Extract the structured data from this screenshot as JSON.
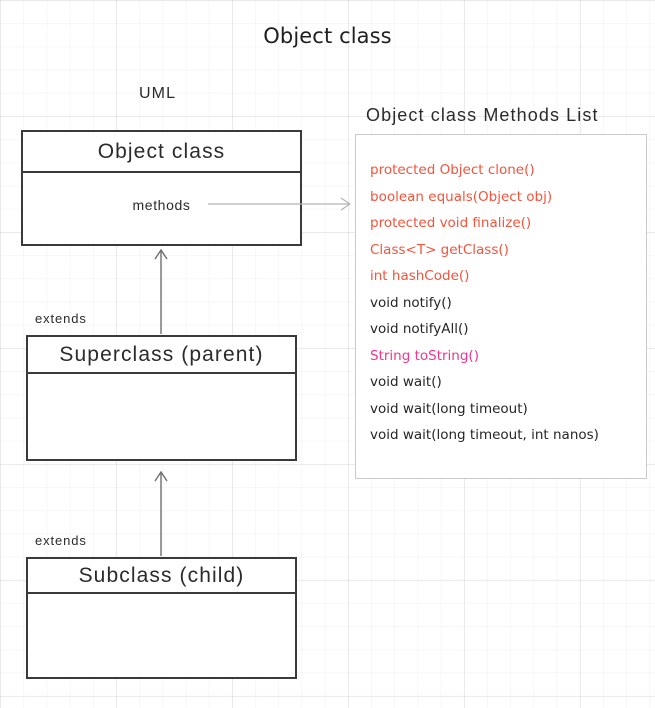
{
  "page": {
    "title": "Object class",
    "background": "#ffffff",
    "grid": true
  },
  "uml_section": {
    "label": "UML",
    "boxes": [
      {
        "name": "object-class",
        "title": "Object class",
        "body": "methods"
      },
      {
        "name": "superclass",
        "title": "Superclass (parent)",
        "body": ""
      },
      {
        "name": "subclass",
        "title": "Subclass (child)",
        "body": ""
      }
    ],
    "relations": [
      {
        "name": "superclass-extends-object",
        "label": "extends"
      },
      {
        "name": "subclass-extends-superclass",
        "label": "extends"
      }
    ]
  },
  "methods_panel": {
    "title": "Object class Methods List",
    "colors": {
      "red": "#f4543c",
      "magenta": "#f5338f",
      "dark": "#262626",
      "border": "#c9c9c9"
    },
    "methods": [
      {
        "signature": "protected Object clone()",
        "color": "red"
      },
      {
        "signature": "boolean equals(Object obj)",
        "color": "red"
      },
      {
        "signature": "protected void finalize()",
        "color": "red"
      },
      {
        "signature": "Class<T> getClass()",
        "color": "red"
      },
      {
        "signature": "int hashCode()",
        "color": "red"
      },
      {
        "signature": "void notify()",
        "color": "dark"
      },
      {
        "signature": "void notifyAll()",
        "color": "dark"
      },
      {
        "signature": "String toString()",
        "color": "magenta"
      },
      {
        "signature": "void wait()",
        "color": "dark"
      },
      {
        "signature": "void wait(long timeout)",
        "color": "dark"
      },
      {
        "signature": "void wait(long timeout, int nanos)",
        "color": "dark"
      }
    ]
  }
}
